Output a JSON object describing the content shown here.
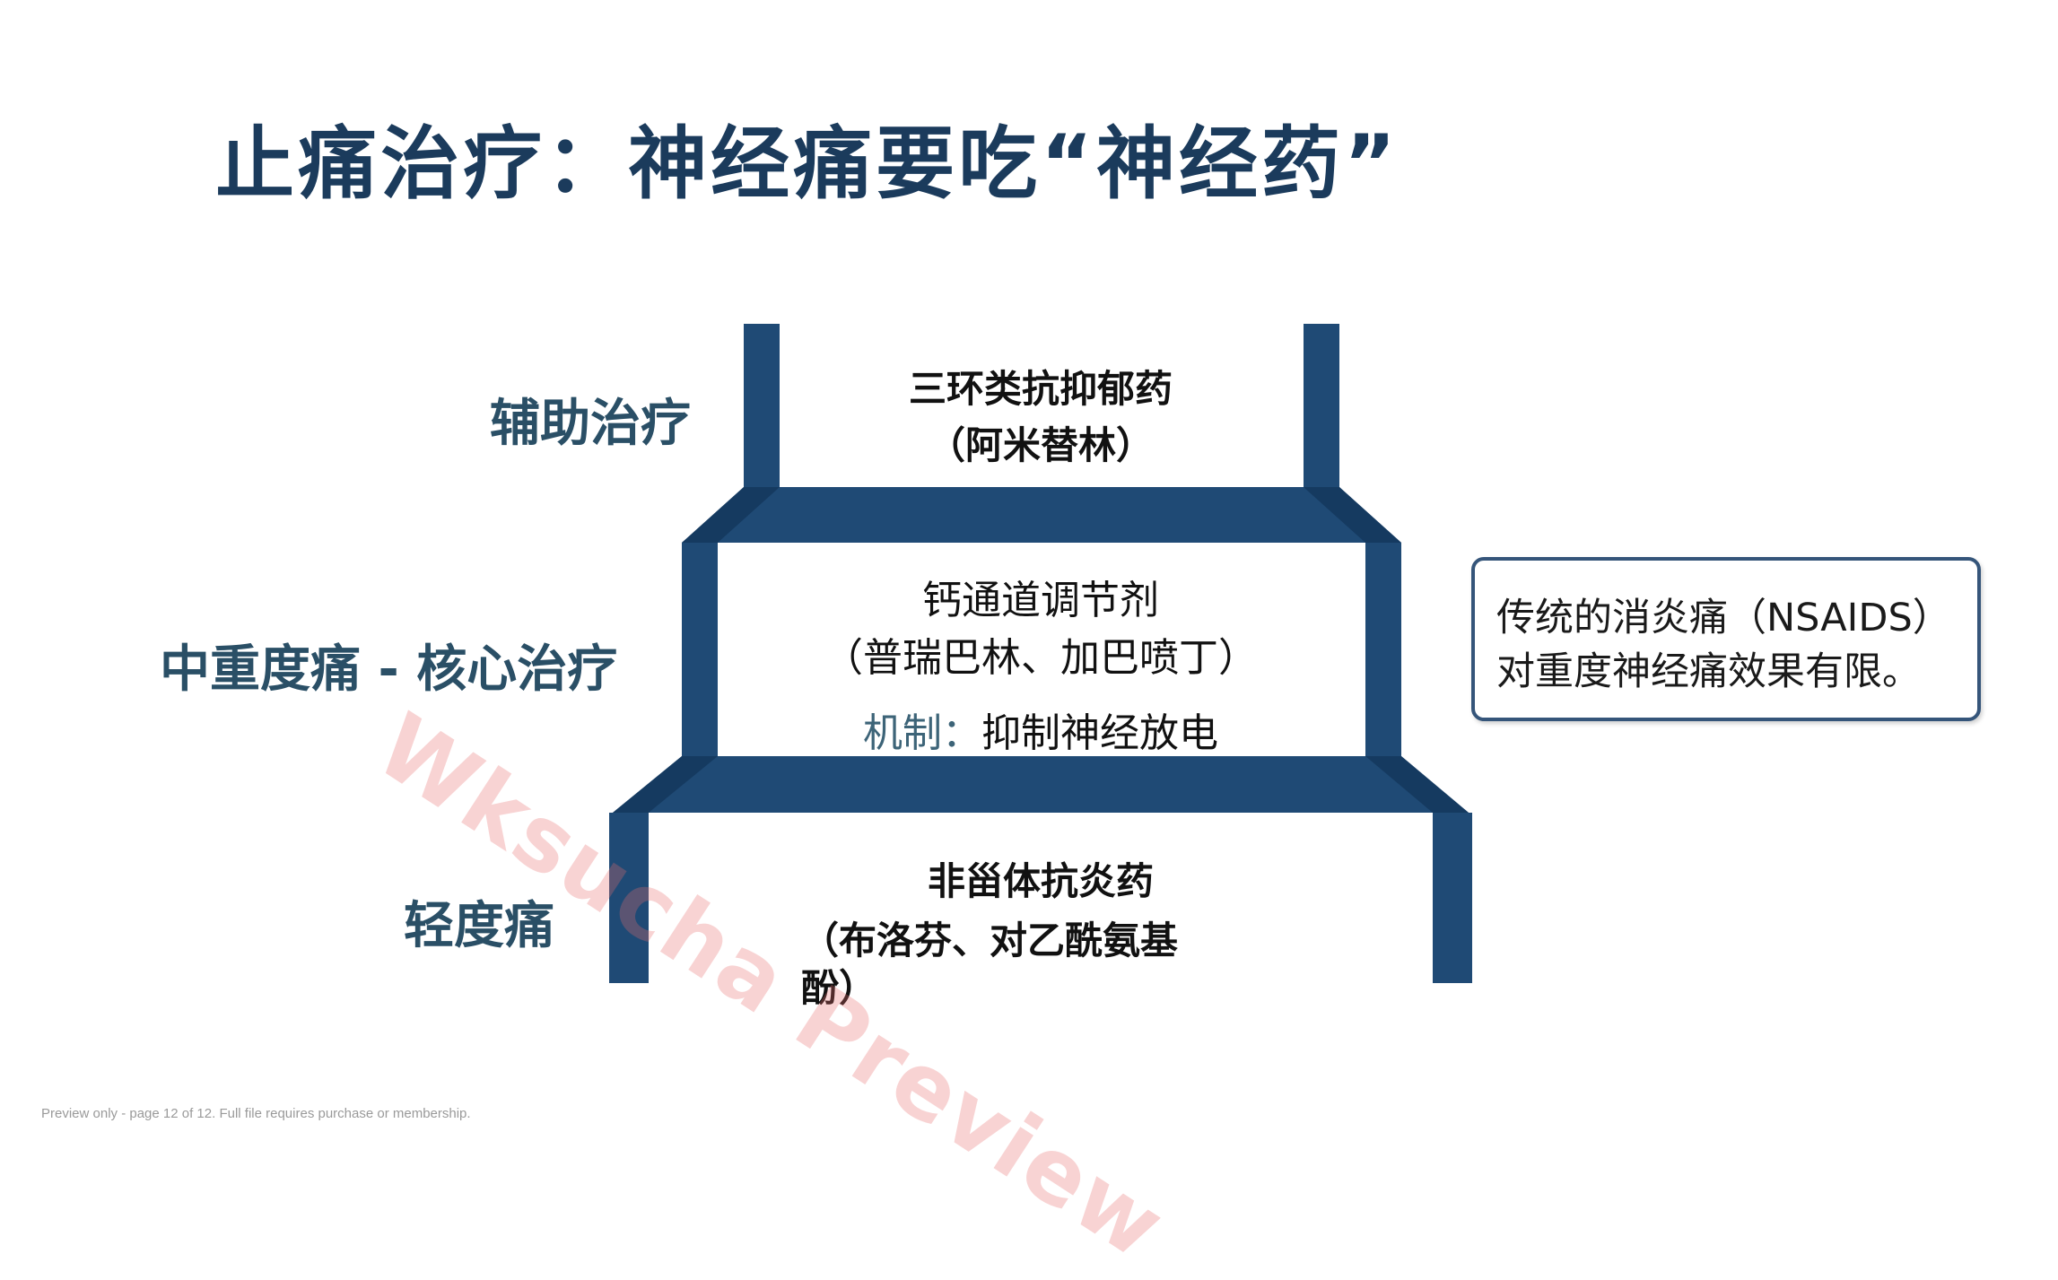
{
  "title": "止痛治疗：神经痛要吃“神经药”",
  "levels": {
    "top": {
      "label": "辅助治疗",
      "drug": "三环类抗抑郁药",
      "example": "（阿米替林）"
    },
    "middle": {
      "label": "中重度痛 - 核心治疗",
      "drug": "钙通道调节剂",
      "example": "（普瑞巴林、加巴喷丁）",
      "mechanism_prefix": "机制：",
      "mechanism_text": "抑制神经放电"
    },
    "bottom": {
      "label": "轻度痛",
      "drug": "非甾体抗炎药",
      "example_line1": "（布洛芬、对乙酰氨基",
      "example_line2": "酚）"
    }
  },
  "note": {
    "line1": "传统的消炎痛（NSAIDS）",
    "line2": "对重度神经痛效果有限。"
  },
  "watermark": "Wksucha Preview",
  "footer": "Preview only - page 12 of 12. Full file requires purchase or membership.",
  "colors": {
    "title": "#1b3b5c",
    "ladder": "#1f4a75",
    "ladder_shade": "#153a60",
    "label": "#2a4f66",
    "mechanism_prefix": "#3d6478"
  }
}
